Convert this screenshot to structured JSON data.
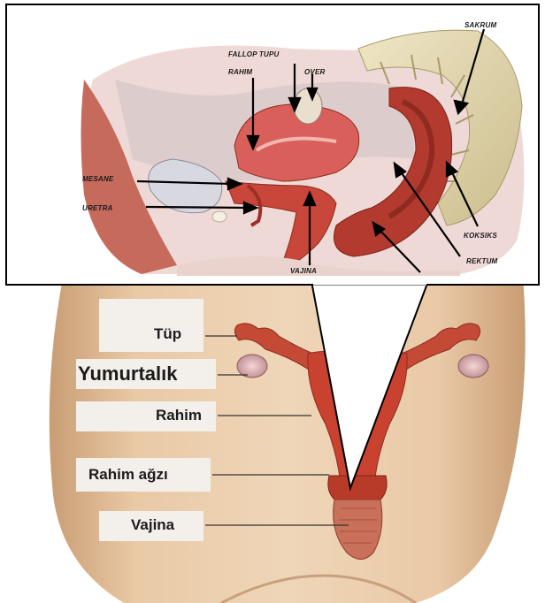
{
  "inset_labels": {
    "sakrum": "SAKRUM",
    "fallop_tupu": "FALLOP TUPU",
    "rahim": "RAHIM",
    "over": "OVER",
    "mesane": "MESANE",
    "uretra": "URETRA",
    "vajina": "VAJINA",
    "koksiks": "KOKSIKS",
    "rektum": "REKTUM"
  },
  "front_labels": {
    "tup": "Tüp",
    "yumurtalik": "Yumurtalık",
    "rahim": "Rahim",
    "rahim_agzi": "Rahim ağzı",
    "vajina": "Vajina"
  },
  "colors": {
    "skin": "#e7c6a3",
    "organ_red": "#c0392b",
    "organ_dark": "#a72b1f",
    "inset_bg": "#ffffff",
    "label_box": "#f3efea"
  }
}
